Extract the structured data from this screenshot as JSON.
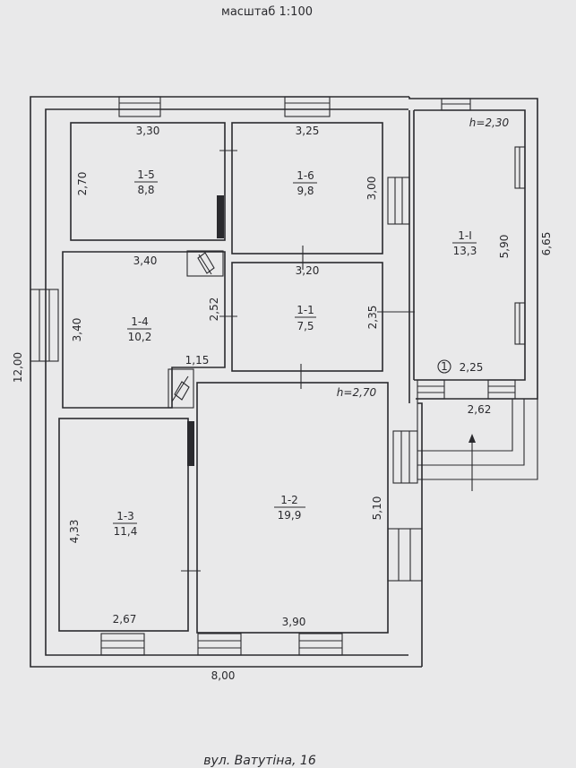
{
  "scale_label": "масштаб 1:100",
  "street_label": "вул. Ватутіна, 16",
  "overall": {
    "width": "8,00",
    "height": "12,00"
  },
  "rooms": [
    {
      "id": "1-5",
      "area": "8,8"
    },
    {
      "id": "1-6",
      "area": "9,8"
    },
    {
      "id": "1-I",
      "area": "13,3"
    },
    {
      "id": "1-4",
      "area": "10,2"
    },
    {
      "id": "1-1",
      "area": "7,5"
    },
    {
      "id": "1-3",
      "area": "11,4"
    },
    {
      "id": "1-2",
      "area": "19,9"
    }
  ],
  "dimensions": {
    "r15_w": "3,30",
    "r15_h": "2,70",
    "r16_w": "3,25",
    "r16_h": "3,00",
    "r14_w": "3,40",
    "r14_h": "3,40",
    "r14_step": "1,15",
    "r11_w": "3,20",
    "r11_h": "2,35",
    "r11_left": "2,52",
    "r13_w": "2,67",
    "r13_h": "4,33",
    "r12_w": "3,90",
    "r12_h": "5,10",
    "ext_h_inner": "5,90",
    "ext_h_outer": "6,65",
    "ext_w_inner": "2,25",
    "ext_w_outer": "2,62"
  },
  "heights": {
    "main": "h=2,70",
    "ext": "h=2,30"
  },
  "marker": "1"
}
